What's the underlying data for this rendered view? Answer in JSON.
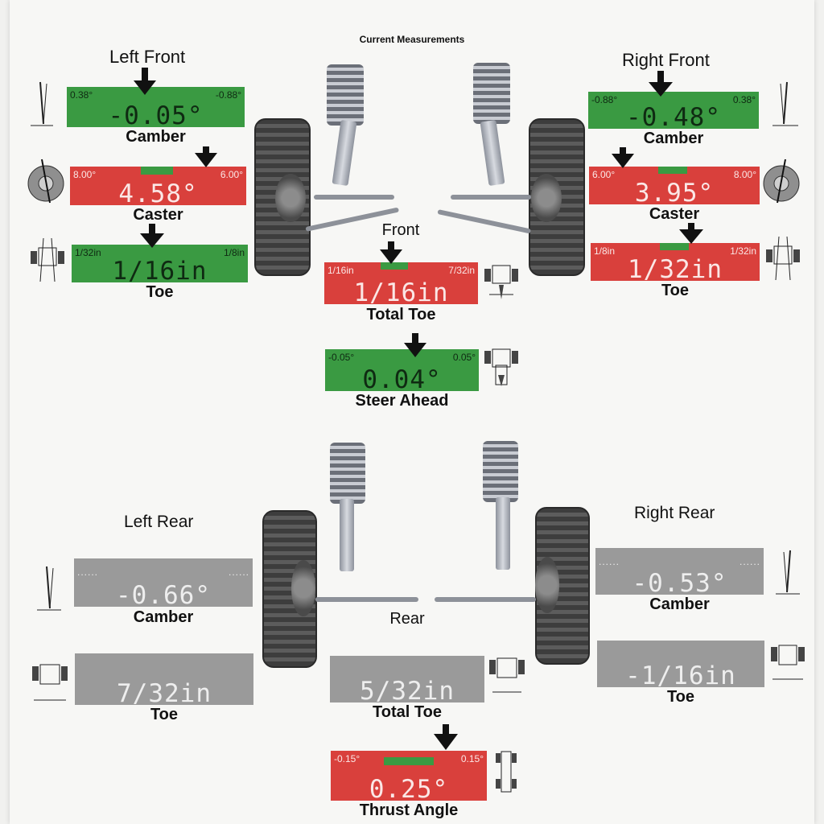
{
  "page": {
    "title": "Current Measurements"
  },
  "front": {
    "label": "Front",
    "left_front": {
      "heading": "Left Front",
      "camber": {
        "caption": "Camber",
        "value": "-0.05°",
        "min": "0.38°",
        "max": "-0.88°",
        "status": "in-range",
        "color": "#3a9a42"
      },
      "caster": {
        "caption": "Caster",
        "value": "4.58°",
        "min": "8.00°",
        "max": "6.00°",
        "status": "out-of-range",
        "color": "#d9403c"
      },
      "toe": {
        "caption": "Toe",
        "value": "1/16in",
        "min": "1/32in",
        "max": "1/8in",
        "status": "in-range",
        "color": "#3a9a42"
      }
    },
    "right_front": {
      "heading": "Right Front",
      "camber": {
        "caption": "Camber",
        "value": "-0.48°",
        "min": "-0.88°",
        "max": "0.38°",
        "status": "in-range",
        "color": "#3a9a42"
      },
      "caster": {
        "caption": "Caster",
        "value": "3.95°",
        "min": "6.00°",
        "max": "8.00°",
        "status": "out-of-range",
        "color": "#d9403c"
      },
      "toe": {
        "caption": "Toe",
        "value": "1/32in",
        "min": "1/8in",
        "max": "1/32in",
        "status": "out-of-range",
        "color": "#d9403c"
      }
    },
    "total_toe": {
      "caption": "Total Toe",
      "value": "1/16in",
      "min": "1/16in",
      "max": "7/32in",
      "status": "out-of-range",
      "color": "#d9403c"
    },
    "steer_ahead": {
      "caption": "Steer Ahead",
      "value": "0.04°",
      "min": "-0.05°",
      "max": "0.05°",
      "status": "in-range",
      "color": "#3a9a42"
    }
  },
  "rear": {
    "label": "Rear",
    "left_rear": {
      "heading": "Left Rear",
      "camber": {
        "caption": "Camber",
        "value": "-0.66°",
        "min": "......",
        "max": "......",
        "status": "no-spec",
        "color": "#9a9a9a"
      },
      "toe": {
        "caption": "Toe",
        "value": "7/32in",
        "min": "",
        "max": "",
        "status": "no-spec",
        "color": "#9a9a9a"
      }
    },
    "right_rear": {
      "heading": "Right Rear",
      "camber": {
        "caption": "Camber",
        "value": "-0.53°",
        "min": "......",
        "max": "......",
        "status": "no-spec",
        "color": "#9a9a9a"
      },
      "toe": {
        "caption": "Toe",
        "value": "-1/16in",
        "min": "",
        "max": "",
        "status": "no-spec",
        "color": "#9a9a9a"
      }
    },
    "total_toe": {
      "caption": "Total Toe",
      "value": "5/32in",
      "min": "",
      "max": "",
      "status": "no-spec",
      "color": "#9a9a9a"
    },
    "thrust_angle": {
      "caption": "Thrust Angle",
      "value": "0.25°",
      "min": "-0.15°",
      "max": "0.15°",
      "status": "out-of-range",
      "color": "#d9403c"
    }
  },
  "icons": {
    "camber": "camber-icon",
    "caster": "caster-icon",
    "toe": "toe-icon",
    "total_toe": "total-toe-icon",
    "steer_ahead": "steer-ahead-icon",
    "thrust_angle": "thrust-angle-icon",
    "indicator": "arrow-down-icon"
  }
}
